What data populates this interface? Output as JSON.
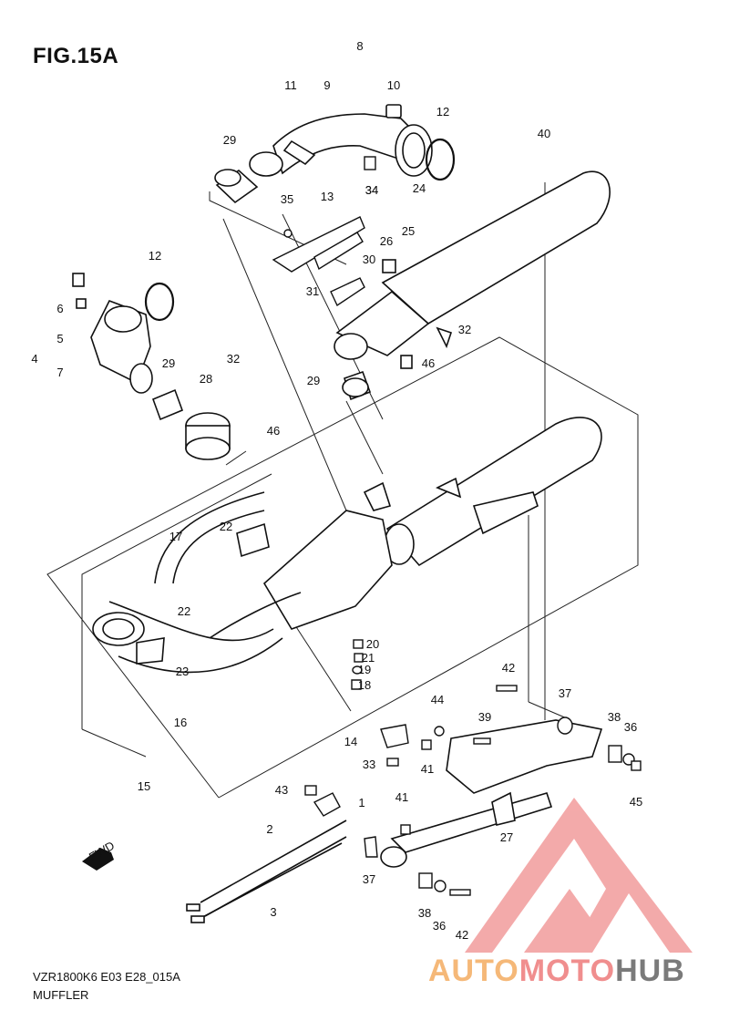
{
  "figure": {
    "title": "FIG.15A"
  },
  "footer": {
    "code": "VZR1800K6 E03 E28_015A",
    "caption": "MUFFLER"
  },
  "fwd_label": "FWD",
  "watermark": {
    "part1": "AUTO",
    "part2": "MOTO",
    "part3": "HUB",
    "colors": {
      "orange": "#f5b878",
      "red": "#f08e8e",
      "gray": "#7a7a7a"
    }
  },
  "callouts": [
    "8",
    "11",
    "9",
    "10",
    "12",
    "29",
    "34",
    "35",
    "13",
    "24",
    "26",
    "25",
    "30",
    "31",
    "32",
    "46",
    "29",
    "34",
    "12",
    "6",
    "5",
    "4",
    "7",
    "29",
    "28",
    "32",
    "46",
    "40",
    "17",
    "22",
    "22",
    "23",
    "16",
    "15",
    "20",
    "21",
    "19",
    "18",
    "42",
    "44",
    "39",
    "37",
    "38",
    "36",
    "14",
    "33",
    "41",
    "45",
    "43",
    "1",
    "41",
    "2",
    "27",
    "37",
    "3",
    "38",
    "36",
    "42"
  ]
}
